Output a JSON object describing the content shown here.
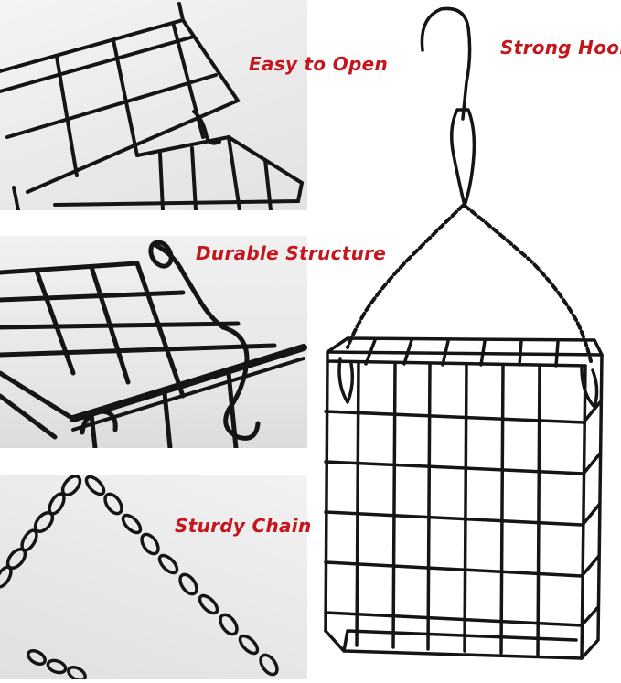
{
  "captions": {
    "easy_to_open": "Easy to Open",
    "strong_hook": "Strong Hook",
    "durable_structure": "Durable Structure",
    "sturdy_chain": "Sturdy Chain"
  },
  "colors": {
    "caption": "#c4161c",
    "wire": "#151515",
    "background": "#ffffff"
  }
}
